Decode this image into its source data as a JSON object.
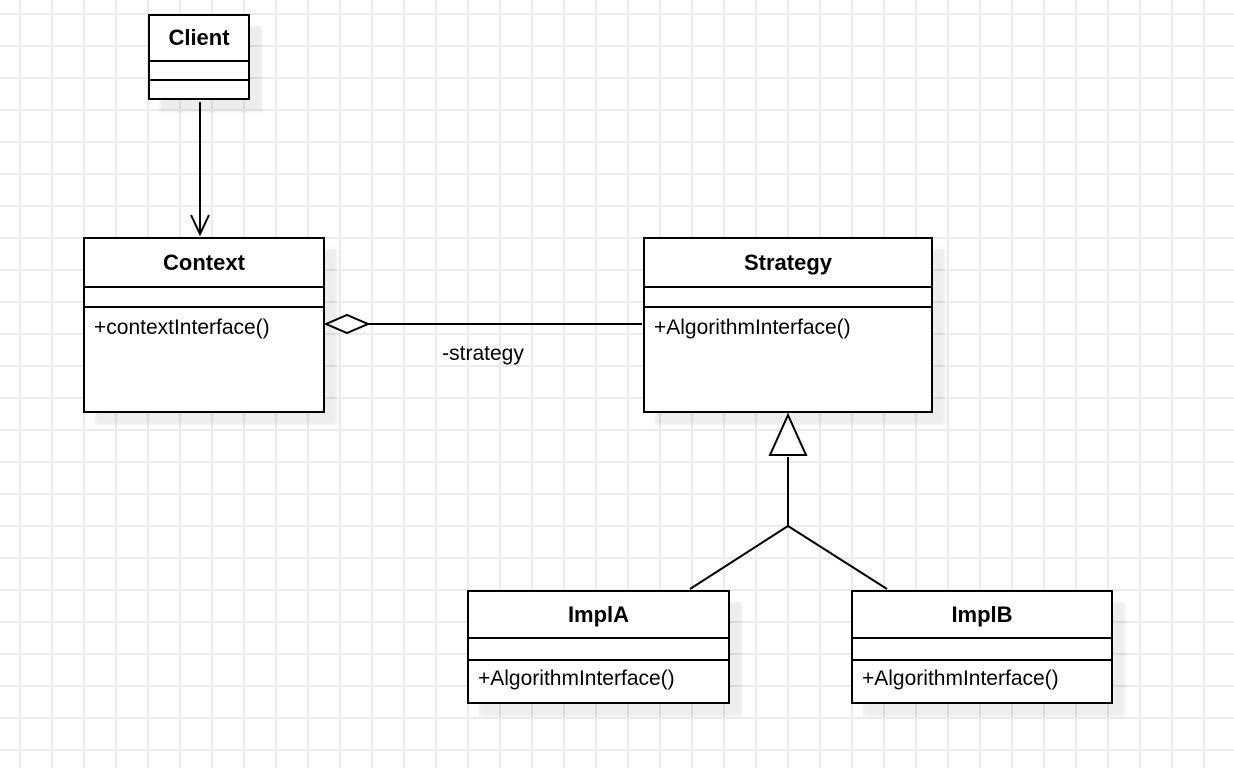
{
  "diagram": {
    "type": "uml-class-diagram",
    "pattern": "Strategy",
    "classes": [
      {
        "name": "Client",
        "attributes": [],
        "methods": []
      },
      {
        "name": "Context",
        "attributes": [],
        "methods": [
          "+contextInterface()"
        ]
      },
      {
        "name": "Strategy",
        "attributes": [],
        "methods": [
          "+AlgorithmInterface()"
        ]
      },
      {
        "name": "ImplA",
        "attributes": [],
        "methods": [
          "+AlgorithmInterface()"
        ]
      },
      {
        "name": "ImplB",
        "attributes": [],
        "methods": [
          "+AlgorithmInterface()"
        ]
      }
    ],
    "edges": [
      {
        "from": "Client",
        "to": "Context",
        "type": "directed-association",
        "label": ""
      },
      {
        "from": "Context",
        "to": "Strategy",
        "type": "aggregation",
        "label": "-strategy"
      },
      {
        "from": "ImplA",
        "to": "Strategy",
        "type": "generalization",
        "label": ""
      },
      {
        "from": "ImplB",
        "to": "Strategy",
        "type": "generalization",
        "label": ""
      }
    ],
    "colors": {
      "stroke": "#000000",
      "shape_fill": "#ffffff",
      "text": "#000000",
      "grid_line": "#ebebeb",
      "background": "#ffffff"
    }
  }
}
